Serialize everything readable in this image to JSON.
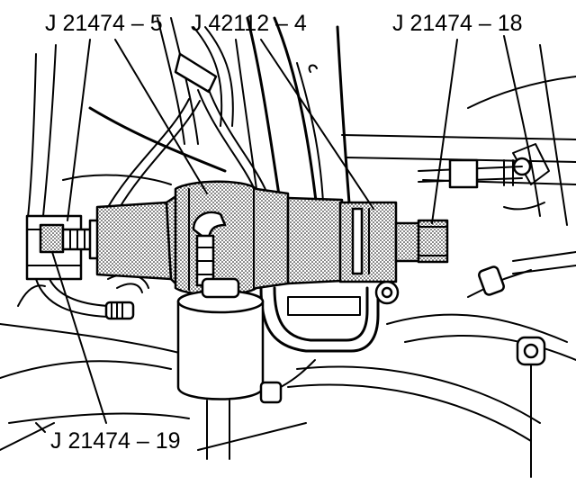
{
  "labels": {
    "tool_j21474_5": "J 21474 – 5",
    "tool_j42112_4": "J 42112 – 4",
    "tool_j21474_18": "J 21474 – 18",
    "tool_j21474_19": "J 21474 – 19"
  }
}
